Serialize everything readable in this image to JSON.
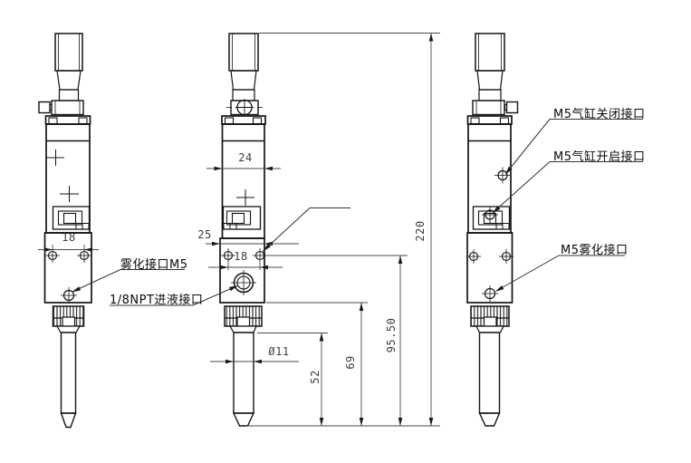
{
  "drawing": {
    "type": "engineering-drawing",
    "subject": "spray dispensing valve - three orthographic views",
    "colors": {
      "background": "#ffffff",
      "object_line": "#141414",
      "dimension_line": "#4a4a4a",
      "dimension_text": "#3d3d3d",
      "label_text": "#0a0a0a"
    },
    "dims": {
      "left_hole_spacing": "18",
      "body_width": "24",
      "block_width": "25",
      "mid_hole_spacing": "18",
      "nozzle_dia": "Ø11",
      "nozzle_len": "52",
      "block_to_tip": "69",
      "hole_to_tip": "95.50",
      "overall_height": "220"
    },
    "labels": {
      "atomize_left": "雾化接口M5",
      "liquid_inlet": "1/8NPT进液接口",
      "cyl_close": "M5气缸关闭接口",
      "cyl_open": "M5气缸开启接口",
      "atomize_right": "M5雾化接口"
    }
  }
}
